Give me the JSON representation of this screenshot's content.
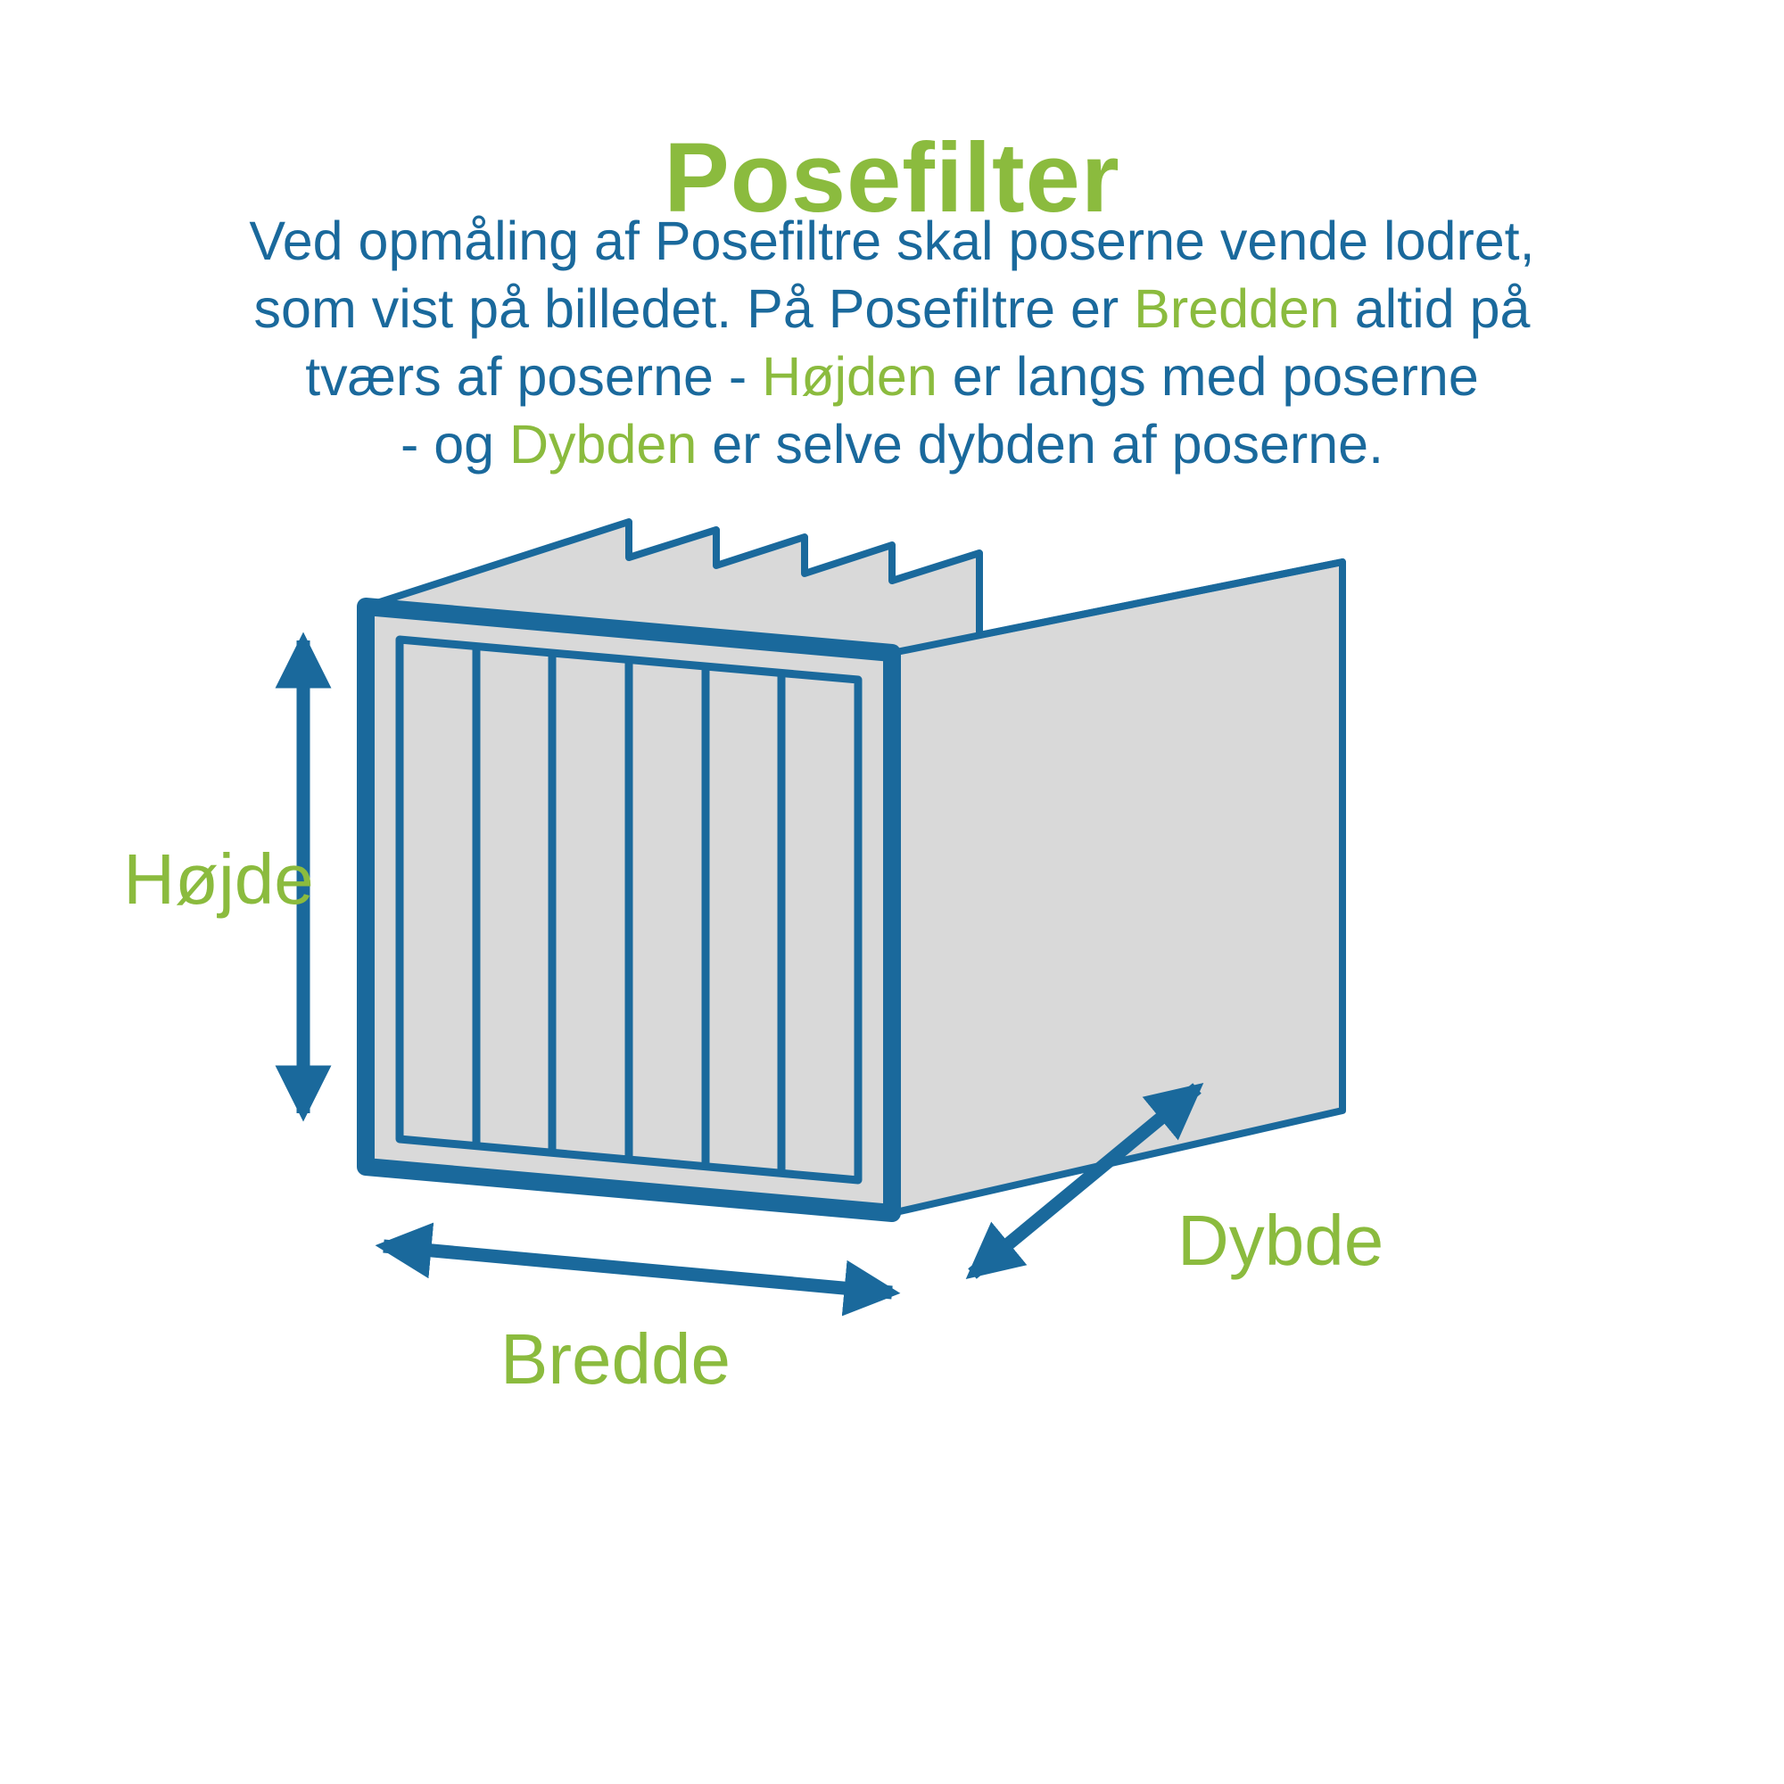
{
  "title": "Posefilter",
  "colors": {
    "green": "#8bbb3e",
    "blue": "#1a699c",
    "gray": "#d9d9d9",
    "background": "#ffffff"
  },
  "paragraph": {
    "lines": [
      {
        "segments": [
          {
            "text": "Ved opmåling af Posefiltre skal poserne vende lodret,",
            "color": "blue"
          }
        ]
      },
      {
        "segments": [
          {
            "text": "som vist på billedet. På Posefiltre er ",
            "color": "blue"
          },
          {
            "text": "Bredden",
            "color": "green"
          },
          {
            "text": " altid på",
            "color": "blue"
          }
        ]
      },
      {
        "segments": [
          {
            "text": "tværs af poserne - ",
            "color": "blue"
          },
          {
            "text": "Højden",
            "color": "green"
          },
          {
            "text": " er langs med poserne",
            "color": "blue"
          }
        ]
      },
      {
        "segments": [
          {
            "text": "- og ",
            "color": "blue"
          },
          {
            "text": "Dybden",
            "color": "green"
          },
          {
            "text": " er selve dybden af poserne.",
            "color": "blue"
          }
        ]
      }
    ]
  },
  "labels": {
    "height": "Højde",
    "width": "Bredde",
    "depth": "Dybde"
  },
  "illustration": {
    "type": "bag-filter-isometric",
    "pockets": 6,
    "visible_fins": 5
  }
}
